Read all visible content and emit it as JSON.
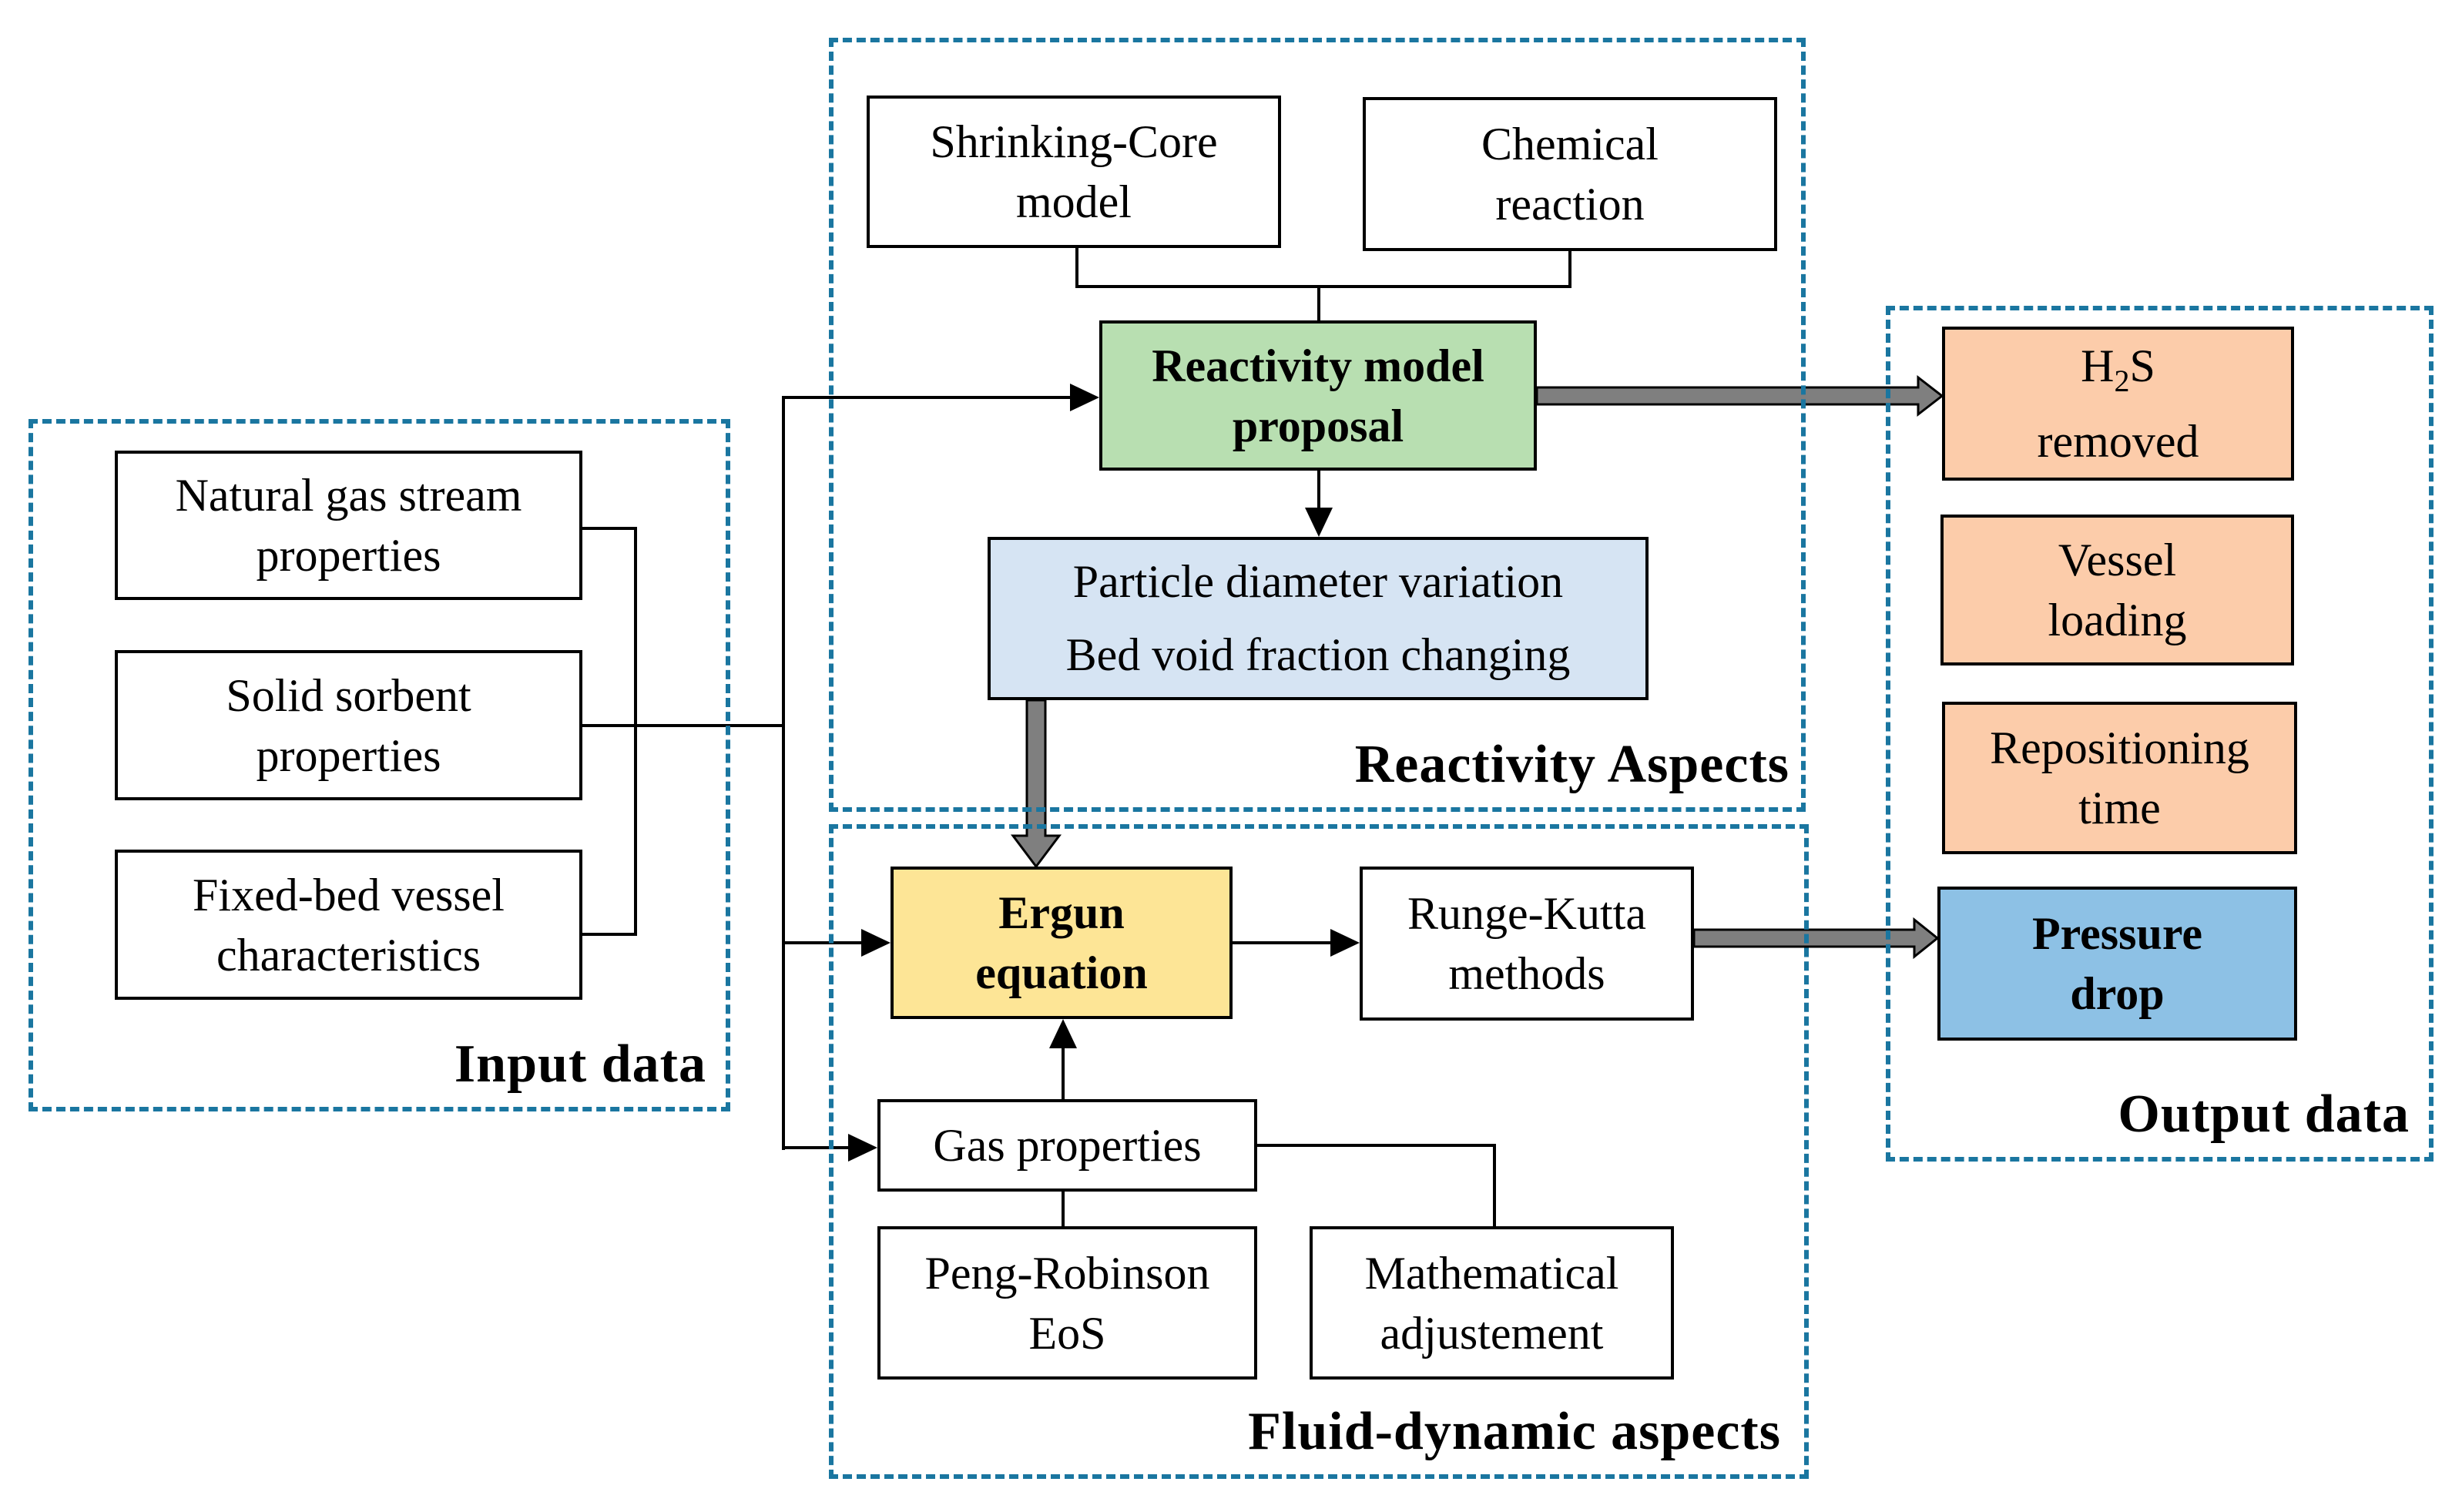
{
  "groups": {
    "input": {
      "label": "Input data"
    },
    "reactivity": {
      "label": "Reactivity Aspects"
    },
    "fluid": {
      "label": "Fluid-dynamic  aspects"
    },
    "output": {
      "label": "Output data"
    }
  },
  "input_boxes": [
    {
      "line1": "Natural  gas  stream",
      "line2": "properties"
    },
    {
      "line1": "Solid sorbent",
      "line2": "properties"
    },
    {
      "line1": "Fixed-bed vessel",
      "line2": "characteristics"
    }
  ],
  "reactivity_boxes": {
    "shrinking_core": {
      "line1": "Shrinking-Core",
      "line2": "model"
    },
    "chemical_reaction": {
      "line1": "Chemical",
      "line2": "reaction"
    },
    "model_proposal": {
      "line1": "Reactivity model",
      "line2": "proposal"
    },
    "particle": {
      "line1": "Particle diameter  variation",
      "line2": "Bed void fraction changing"
    }
  },
  "fluid_boxes": {
    "ergun": {
      "line1": "Ergun",
      "line2": "equation"
    },
    "runge_kutta": {
      "line1": "Runge-Kutta",
      "line2": "methods"
    },
    "gas_properties": {
      "line1": "Gas properties"
    },
    "peng_robinson": {
      "line1": "Peng-Robinson",
      "line2": "EoS"
    },
    "math_adjust": {
      "line1": "Mathematical",
      "line2": "adjustement"
    }
  },
  "output_boxes": {
    "h2s": {
      "prefix": "H",
      "sub": "2",
      "suffix": "S",
      "line2": "removed"
    },
    "vessel_loading": {
      "line1": "Vessel",
      "line2": "loading"
    },
    "repositioning": {
      "line1": "Repositioning",
      "line2": "time"
    },
    "pressure_drop": {
      "line1": "Pressure",
      "line2": "drop"
    }
  },
  "colors": {
    "group_border": "#1a76a0",
    "reactivity_model": "#b8dfb1",
    "particle": "#d6e4f3",
    "ergun": "#fde596",
    "output_peach": "#fcccaa",
    "pressure_drop": "#8dc1e5",
    "thick_arrow": "#7f7f7f"
  }
}
